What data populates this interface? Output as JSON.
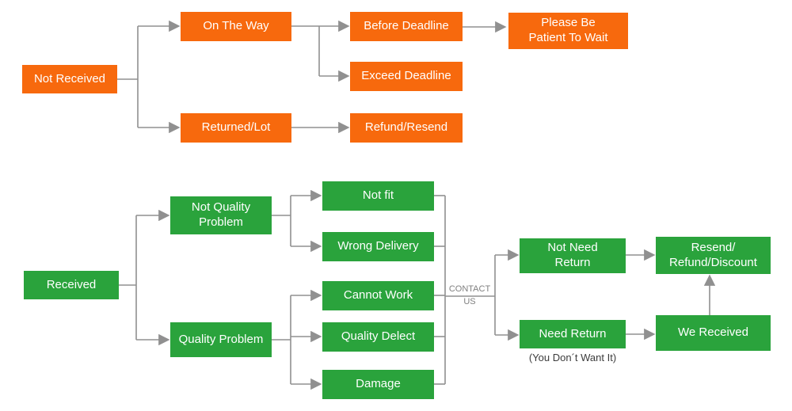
{
  "colors": {
    "branch_not_received": "#f7690d",
    "branch_received": "#2aa33c",
    "connector": "#909090",
    "junction_text": "#7f7f7f",
    "note_text": "#3c3c3c"
  },
  "nodes": {
    "not_received": "Not Received",
    "on_the_way": "On The Way",
    "returned_lot": "Returned/Lot",
    "before_deadline": "Before Deadline",
    "exceed_deadline": "Exceed Deadline",
    "refund_resend": "Refund/Resend",
    "please_be_patient": "Please Be\nPatient To Wait",
    "received": "Received",
    "not_quality_problem": "Not Quality\nProblem",
    "quality_problem": "Quality Problem",
    "not_fit": "Not fit",
    "wrong_delivery": "Wrong Delivery",
    "cannot_work": "Cannot Work",
    "quality_delect": "Quality Delect",
    "damage": "Damage",
    "not_need_return": "Not Need\nReturn",
    "need_return": "Need Return",
    "resend_refund_discount": "Resend/\nRefund/Discount",
    "we_received": "We Received"
  },
  "labels": {
    "contact_us": "CONTACT\nUS",
    "need_return_note": "(You Don´t Want It)"
  },
  "edges": [
    [
      "not_received",
      "on_the_way"
    ],
    [
      "not_received",
      "returned_lot"
    ],
    [
      "on_the_way",
      "before_deadline"
    ],
    [
      "on_the_way",
      "exceed_deadline"
    ],
    [
      "returned_lot",
      "refund_resend"
    ],
    [
      "before_deadline",
      "please_be_patient"
    ],
    [
      "received",
      "not_quality_problem"
    ],
    [
      "received",
      "quality_problem"
    ],
    [
      "not_quality_problem",
      "not_fit"
    ],
    [
      "not_quality_problem",
      "wrong_delivery"
    ],
    [
      "quality_problem",
      "cannot_work"
    ],
    [
      "quality_problem",
      "quality_delect"
    ],
    [
      "quality_problem",
      "damage"
    ],
    [
      "not_fit",
      "contact_us"
    ],
    [
      "wrong_delivery",
      "contact_us"
    ],
    [
      "cannot_work",
      "contact_us"
    ],
    [
      "quality_delect",
      "contact_us"
    ],
    [
      "damage",
      "contact_us"
    ],
    [
      "contact_us",
      "not_need_return"
    ],
    [
      "contact_us",
      "need_return"
    ],
    [
      "not_need_return",
      "resend_refund_discount"
    ],
    [
      "need_return",
      "we_received"
    ],
    [
      "we_received",
      "resend_refund_discount"
    ]
  ]
}
